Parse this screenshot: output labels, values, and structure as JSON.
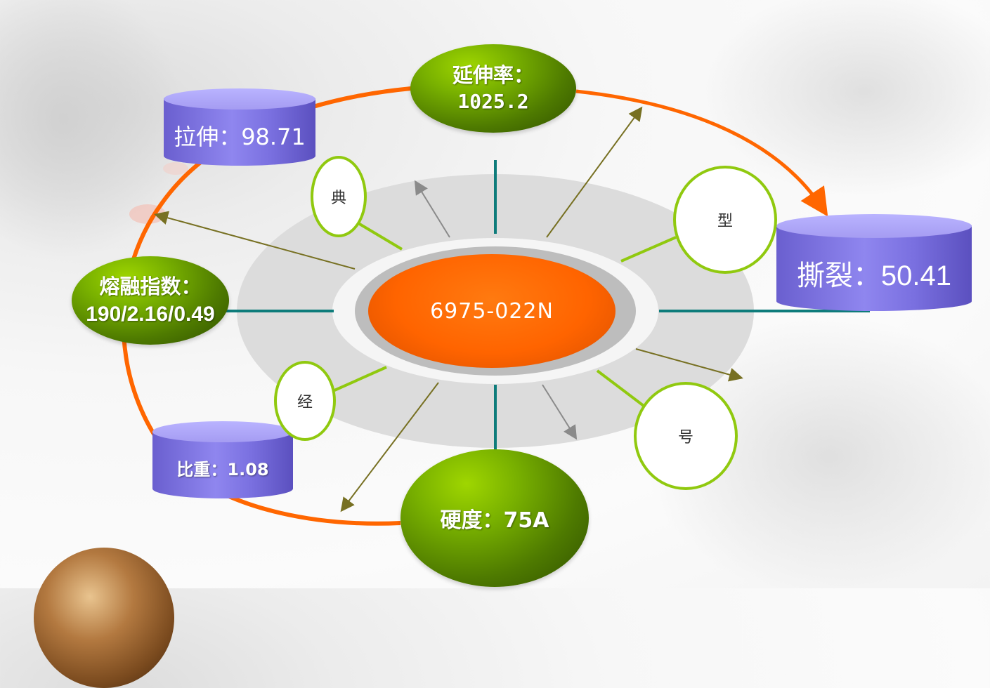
{
  "center": {
    "label": "6975-022N"
  },
  "properties": {
    "elongation": {
      "label": "延伸率：",
      "value": "1025.2"
    },
    "tensile": {
      "text": "拉伸：98.71"
    },
    "tear": {
      "text": "撕裂：50.41"
    },
    "melt_index": {
      "label": "熔融指数：",
      "value": "190/2.16/0.49"
    },
    "density": {
      "text": "比重：1.08"
    },
    "hardness": {
      "text": "硬度：75A"
    }
  },
  "chars": [
    "典",
    "型",
    "经",
    "号"
  ],
  "colors": {
    "accent_orange": "#ff6600",
    "green_ring": "#90c90f",
    "teal_line": "#0e7c7b",
    "cylinder_purple": "#7b70e0",
    "arrow_olive": "#777022"
  }
}
